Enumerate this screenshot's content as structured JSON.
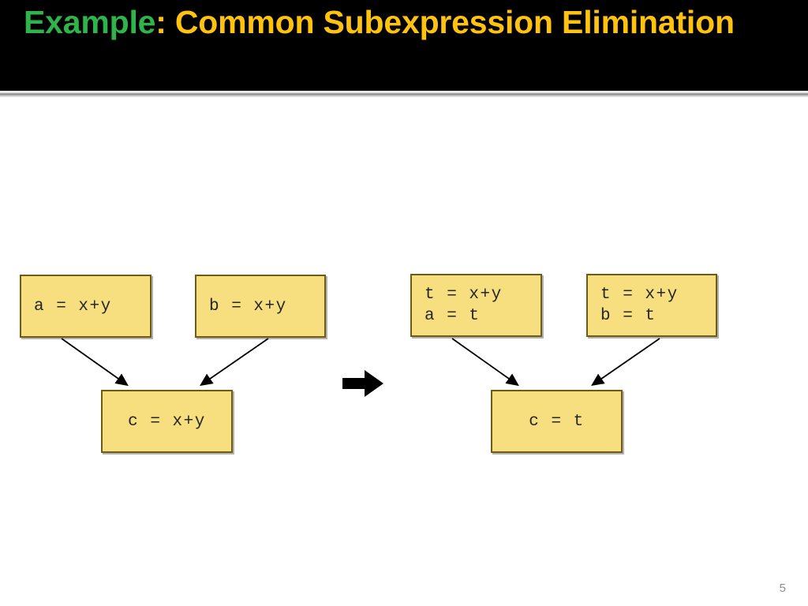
{
  "slide": {
    "title": {
      "accent_text": "Example",
      "main_text": ": Common Subexpression Elimination",
      "accent_color": "#2EB44B",
      "main_color": "#FFC20E",
      "banner_color": "#000000"
    },
    "page_number": "5"
  },
  "diagram": {
    "type": "flow-graph-transformation",
    "box_fill": "#F7DE7E",
    "box_border": "#6E5B14",
    "text_color": "#262626",
    "transform_arrow": {
      "name": "rightwards-transform-arrow",
      "color": "#000000"
    },
    "before": {
      "label": "before-optimization",
      "nodes": [
        {
          "id": "a",
          "lines": [
            "a = x+y"
          ]
        },
        {
          "id": "b",
          "lines": [
            "b = x+y"
          ]
        },
        {
          "id": "c",
          "lines": [
            "c = x+y"
          ]
        }
      ],
      "edges": [
        {
          "from": "a",
          "to": "c"
        },
        {
          "from": "b",
          "to": "c"
        }
      ]
    },
    "after": {
      "label": "after-optimization",
      "nodes": [
        {
          "id": "t1",
          "lines": [
            "t = x+y",
            "a = t"
          ]
        },
        {
          "id": "t2",
          "lines": [
            "t = x+y",
            "b = t"
          ]
        },
        {
          "id": "ct",
          "lines": [
            "c = t"
          ]
        }
      ],
      "edges": [
        {
          "from": "t1",
          "to": "ct"
        },
        {
          "from": "t2",
          "to": "ct"
        }
      ]
    }
  }
}
